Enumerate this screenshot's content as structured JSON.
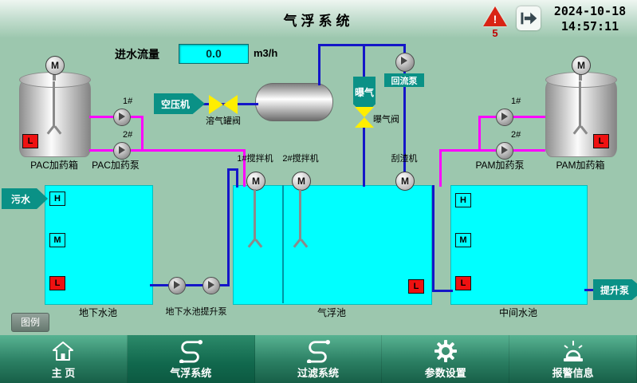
{
  "colors": {
    "background": "#9cc7ae",
    "tank_fill": "#00ffff",
    "pipe_water": "#1416c8",
    "pipe_dosing": "#ff00ff",
    "tag_teal": "#0a9186",
    "valve_yellow": "#ffee00",
    "alarm_red": "#d92414",
    "nav_green": "#2b7f63"
  },
  "header": {
    "title": "气浮系统",
    "alarm_count": "5",
    "date": "2024-10-18",
    "time": "14:57:11"
  },
  "flow_meter": {
    "label": "进水流量",
    "value": "0.0",
    "unit": "m3/h"
  },
  "symbols": {
    "motor": "M",
    "level_high": "H",
    "level_mid": "M",
    "level_low": "L",
    "pump_1": "1#",
    "pump_2": "2#"
  },
  "dosing_left": {
    "tank": "PAC加药箱",
    "pumps": "PAC加药泵"
  },
  "dosing_right": {
    "tank": "PAM加药箱",
    "pumps": "PAM加药泵"
  },
  "equipment": {
    "air_compressor": "空压机",
    "dissolved_air_tank_valve": "溶气罐阀",
    "reflux_pump": "回流泵",
    "aeration": "曝气",
    "aeration_valve": "曝气阀",
    "scraper": "刮渣机",
    "mixer_1": "1#搅拌机",
    "mixer_2": "2#搅拌机"
  },
  "tanks": {
    "underground": "地下水池",
    "lift_pumps": "地下水池提升泵",
    "flotation": "气浮池",
    "middle": "中间水池"
  },
  "flows": {
    "inlet": "污水",
    "outlet": "提升泵"
  },
  "legend": {
    "label": "图例"
  },
  "nav": {
    "active": "气浮系统",
    "items": [
      {
        "label": "主 页"
      },
      {
        "label": "气浮系统"
      },
      {
        "label": "过滤系统"
      },
      {
        "label": "参数设置"
      },
      {
        "label": "报警信息"
      }
    ]
  }
}
